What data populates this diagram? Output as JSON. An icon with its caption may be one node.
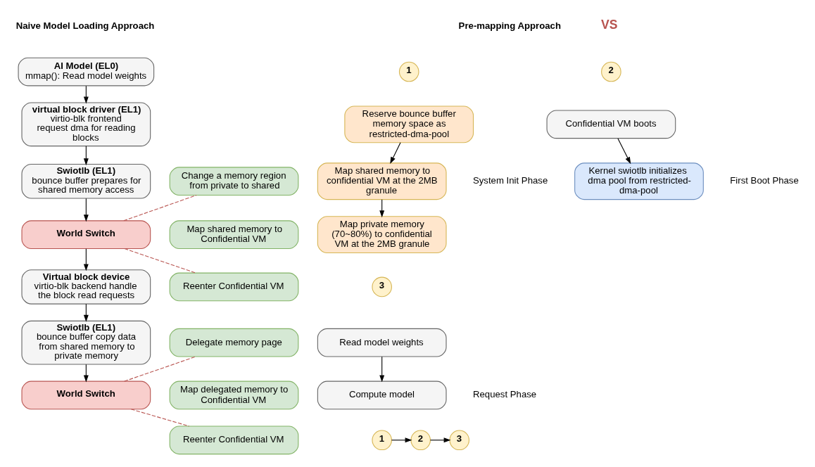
{
  "diagram": {
    "nodes": [
      {
        "text": [
          "AI Model (EL0)",
          "mmap(): Read model weights"
        ]
      },
      {
        "text": [
          "virtual block driver (EL1)",
          "virtio-blk frontend request dma for reading blocks"
        ]
      },
      {
        "text": [
          "Swiotlb (EL1)",
          "bounce buffer prepares for shared memory access"
        ]
      },
      {
        "text": [
          "World Switch"
        ]
      },
      {
        "text": [
          "Virtual block device",
          "virtio-blk backend handle the block read requests"
        ]
      },
      {
        "text": [
          "Swiotlb (EL1)",
          "bounce buffer copy data from shared memory to private memory"
        ]
      },
      {
        "text": [
          "World Switch"
        ]
      },
      {
        "text": [
          "Change a memory region from private to shared"
        ]
      },
      {
        "text": [
          "Map shared memory to Confidential VM"
        ]
      },
      {
        "text": [
          "Reenter Confidential VM"
        ]
      },
      {
        "text": [
          "Delegate memory page"
        ]
      },
      {
        "text": [
          "Map delegated memory to Confidential VM"
        ]
      },
      {
        "text": [
          "Reenter Confidential VM"
        ]
      },
      {
        "text": [
          "1"
        ]
      },
      {
        "text": [
          "Reserve bounce buffer memory space as restricted-dma-pool"
        ]
      },
      {
        "text": [
          "Map shared memory to confidential VM at the 2MB granule"
        ]
      },
      {
        "text": [
          "Map private memory (70~80%) to confidential VM at the 2MB granule"
        ]
      },
      {
        "text": [
          "2"
        ]
      },
      {
        "text": [
          "Confidential VM boots"
        ]
      },
      {
        "text": [
          "Kernel swiotlb initializes dma pool from restricted-dma-pool"
        ]
      },
      {
        "text": [
          "3"
        ]
      },
      {
        "text": [
          "Read model weights"
        ]
      },
      {
        "text": [
          "Compute model"
        ]
      },
      {
        "text": [
          "1"
        ]
      },
      {
        "text": [
          "2"
        ]
      },
      {
        "text": [
          "3"
        ]
      }
    ],
    "edges": [
      {
        "from": 0,
        "to": 1,
        "arrow": "to"
      },
      {
        "from": 1,
        "to": 2,
        "arrow": "to"
      },
      {
        "from": 2,
        "to": 3,
        "arrow": "to"
      },
      {
        "from": 3,
        "to": 4,
        "arrow": "to"
      },
      {
        "from": 4,
        "to": 5,
        "arrow": "to"
      },
      {
        "from": 5,
        "to": 6,
        "arrow": "to"
      },
      {
        "from": 3,
        "to": 7,
        "arrow": "none",
        "style": "dashed",
        "color": "#b85450"
      },
      {
        "from": 3,
        "to": 9,
        "arrow": "none",
        "style": "dashed",
        "color": "#b85450"
      },
      {
        "from": 6,
        "to": 10,
        "arrow": "none",
        "style": "dashed",
        "color": "#b85450"
      },
      {
        "from": 6,
        "to": 12,
        "arrow": "none",
        "style": "dashed",
        "color": "#b85450"
      },
      {
        "from": 14,
        "to": 15,
        "arrow": "to"
      },
      {
        "from": 15,
        "to": 16,
        "arrow": "to"
      },
      {
        "from": 18,
        "to": 19,
        "arrow": "to"
      },
      {
        "from": 21,
        "to": 22,
        "arrow": "to"
      },
      {
        "from": 23,
        "to": 24,
        "arrow": "to"
      },
      {
        "from": 24,
        "to": 25,
        "arrow": "to"
      }
    ],
    "labels": [
      "Naive Model Loading Approach",
      "VS",
      "Pre-mapping Approach",
      "System Init Phase",
      "First Boot Phase",
      "Request Phase"
    ]
  }
}
